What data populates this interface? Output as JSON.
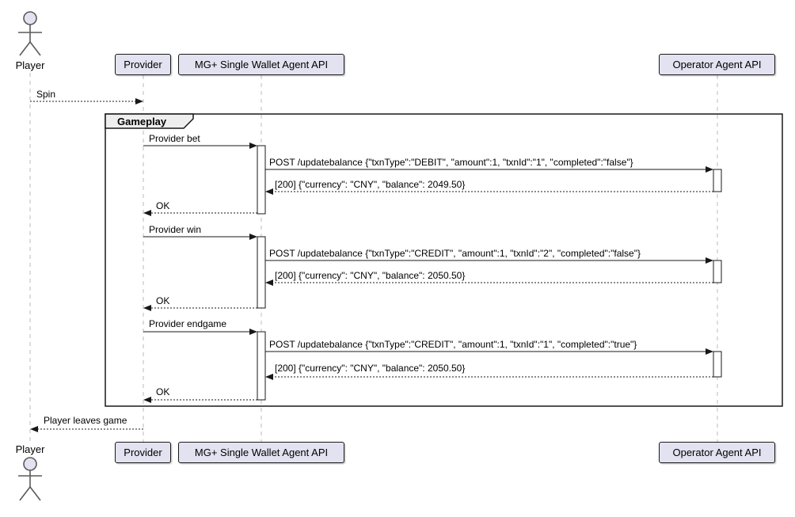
{
  "actor": {
    "label": "Player"
  },
  "participants": [
    {
      "id": "provider",
      "label": "Provider"
    },
    {
      "id": "wallet",
      "label": "MG+ Single Wallet Agent API"
    },
    {
      "id": "operator",
      "label": "Operator Agent API"
    }
  ],
  "frame": {
    "label": "Gameplay"
  },
  "messages": [
    {
      "label": "Spin",
      "from": "Player",
      "to": "Provider",
      "line": "dotted"
    },
    {
      "label": "Provider bet",
      "from": "Provider",
      "to": "MG+ Single Wallet Agent API",
      "line": "solid"
    },
    {
      "label": "POST /updatebalance {\"txnType\":\"DEBIT\", \"amount\":1, \"txnId\":\"1\", \"completed\":\"false\"}",
      "from": "MG+ Single Wallet Agent API",
      "to": "Operator Agent API",
      "line": "solid"
    },
    {
      "label": "[200] {\"currency\": \"CNY\", \"balance\": 2049.50}",
      "from": "Operator Agent API",
      "to": "MG+ Single Wallet Agent API",
      "line": "dotted"
    },
    {
      "label": "OK",
      "from": "MG+ Single Wallet Agent API",
      "to": "Provider",
      "line": "dotted"
    },
    {
      "label": "Provider win",
      "from": "Provider",
      "to": "MG+ Single Wallet Agent API",
      "line": "solid"
    },
    {
      "label": "POST /updatebalance {\"txnType\":\"CREDIT\", \"amount\":1, \"txnId\":\"2\", \"completed\":\"false\"}",
      "from": "MG+ Single Wallet Agent API",
      "to": "Operator Agent API",
      "line": "solid"
    },
    {
      "label": "[200] {\"currency\": \"CNY\", \"balance\": 2050.50}",
      "from": "Operator Agent API",
      "to": "MG+ Single Wallet Agent API",
      "line": "dotted"
    },
    {
      "label": "OK",
      "from": "MG+ Single Wallet Agent API",
      "to": "Provider",
      "line": "dotted"
    },
    {
      "label": "Provider endgame",
      "from": "Provider",
      "to": "MG+ Single Wallet Agent API",
      "line": "solid"
    },
    {
      "label": "POST /updatebalance {\"txnType\":\"CREDIT\", \"amount\":1, \"txnId\":\"1\", \"completed\":\"true\"}",
      "from": "MG+ Single Wallet Agent API",
      "to": "Operator Agent API",
      "line": "solid"
    },
    {
      "label": "[200] {\"currency\": \"CNY\", \"balance\": 2050.50}",
      "from": "Operator Agent API",
      "to": "MG+ Single Wallet Agent API",
      "line": "dotted"
    },
    {
      "label": "OK",
      "from": "MG+ Single Wallet Agent API",
      "to": "Provider",
      "line": "dotted"
    },
    {
      "label": "Player leaves game",
      "from": "Provider",
      "to": "Player",
      "line": "dotted"
    }
  ],
  "colors": {
    "participant_fill": "#E2E2F0",
    "border": "#181818",
    "frame_tab_fill": "#EEEEEE",
    "lifeline": "#BBBBBB",
    "background": "#FFFFFF"
  }
}
